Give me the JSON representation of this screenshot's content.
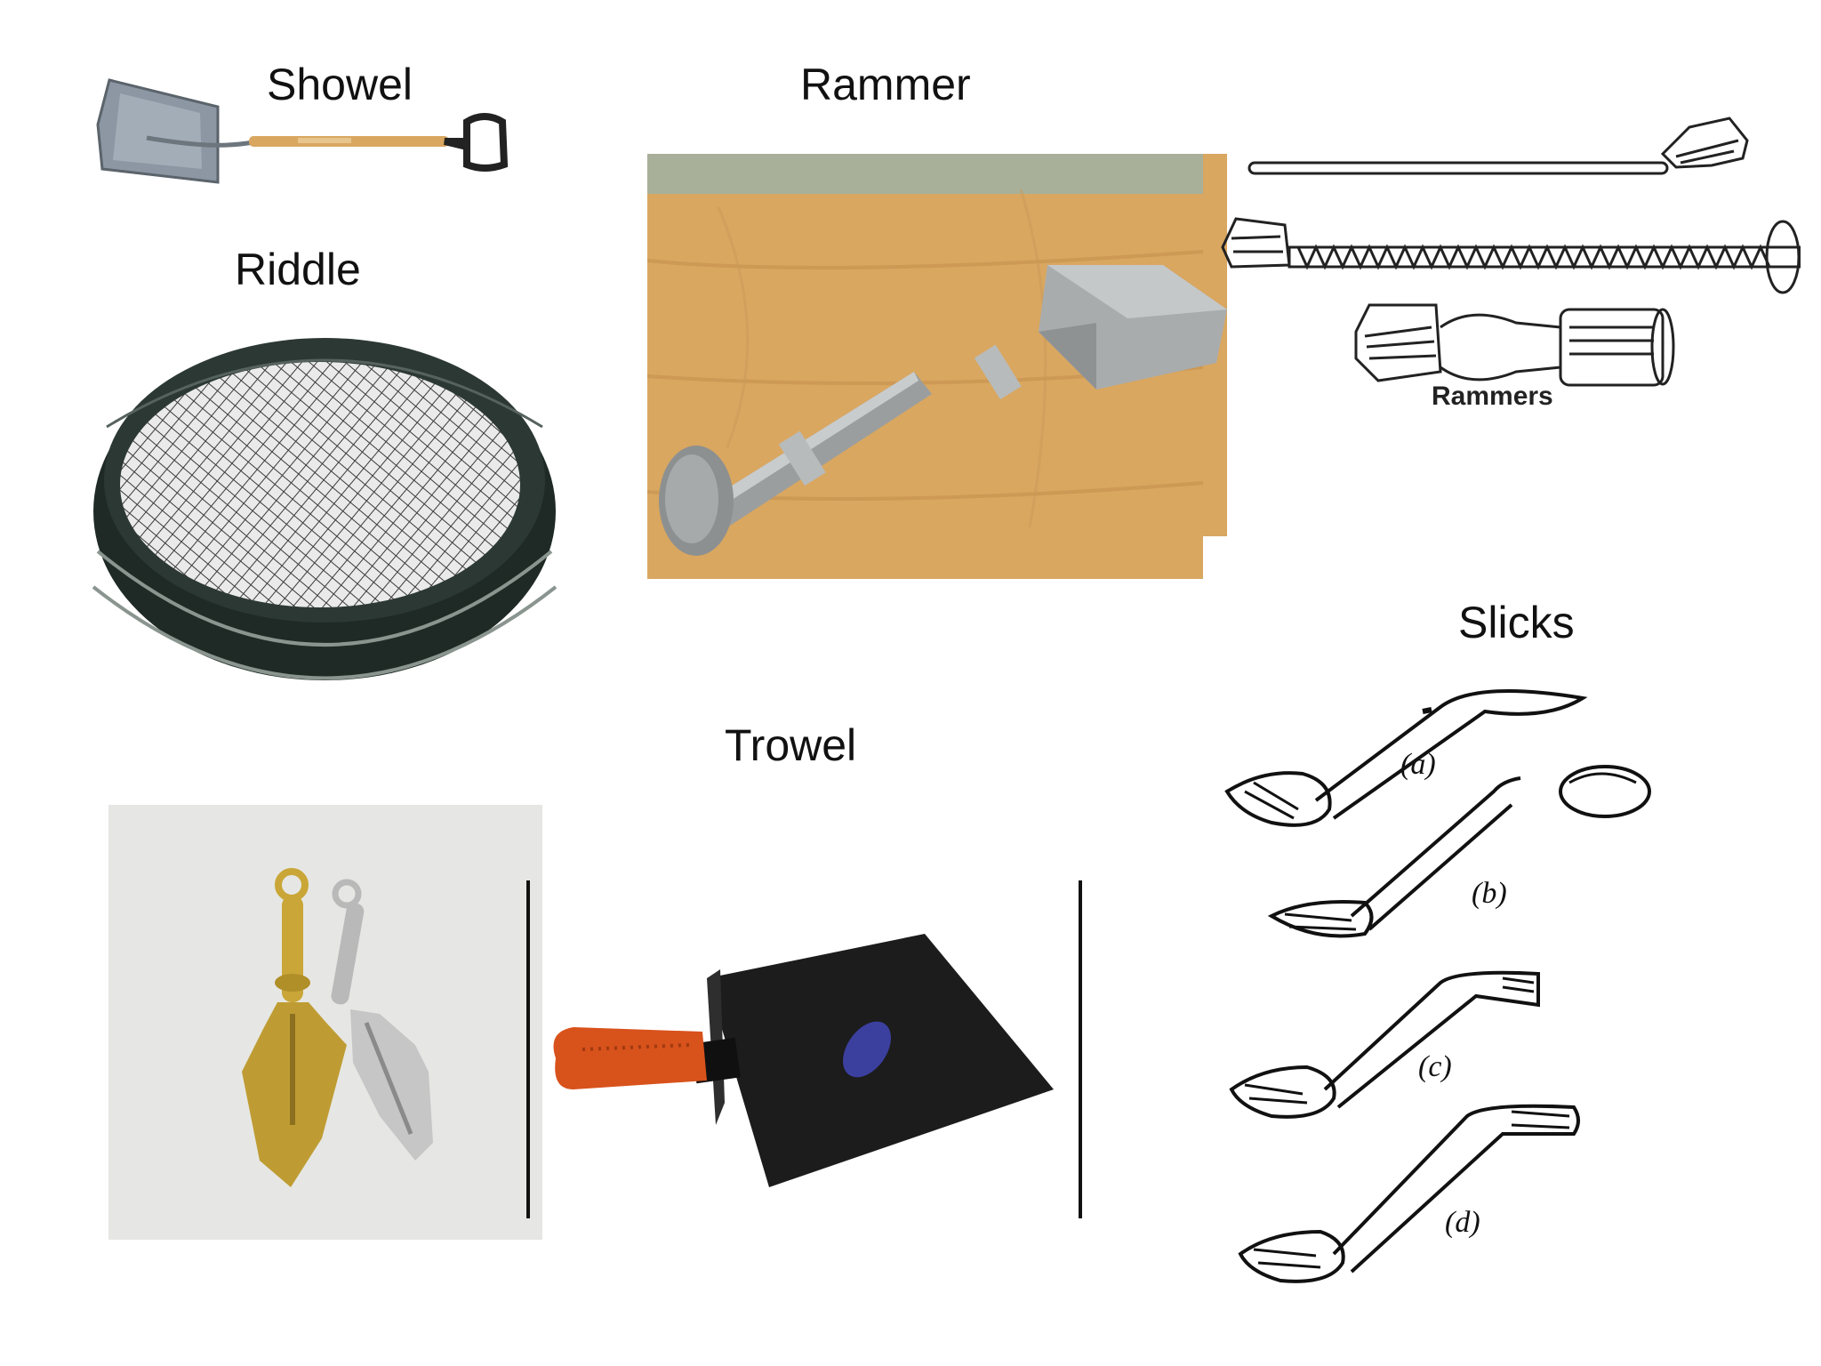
{
  "labels": {
    "showel": "Showel",
    "rammer": "Rammer",
    "riddle": "Riddle",
    "trowel": "Trowel",
    "slicks": "Slicks"
  },
  "captions": {
    "rammers": "Rammers",
    "slick_a": "(a)",
    "slick_b": "(b)",
    "slick_c": "(c)",
    "slick_d": "(d)"
  },
  "colors": {
    "label_text": "#111111",
    "wood": "#d9a760",
    "steel": "#a9acad",
    "riddle_rim": "#1f2a26",
    "trowel_blade": "#1c1c1c",
    "trowel_grip": "#d8521c",
    "gold": "#c9a637",
    "silver": "#b9b9b9",
    "backdrop": "#e6e7e4"
  },
  "icons": {
    "shovel": "shovel-icon",
    "riddle": "riddle-sieve-icon",
    "rammer": "rammer-photo-icon",
    "rammers_sketch": "rammers-sketch-icon",
    "trowel_pair": "hand-trowel-pair-icon",
    "trowel": "trowel-icon",
    "slicks": "slicks-sketch-icon"
  }
}
